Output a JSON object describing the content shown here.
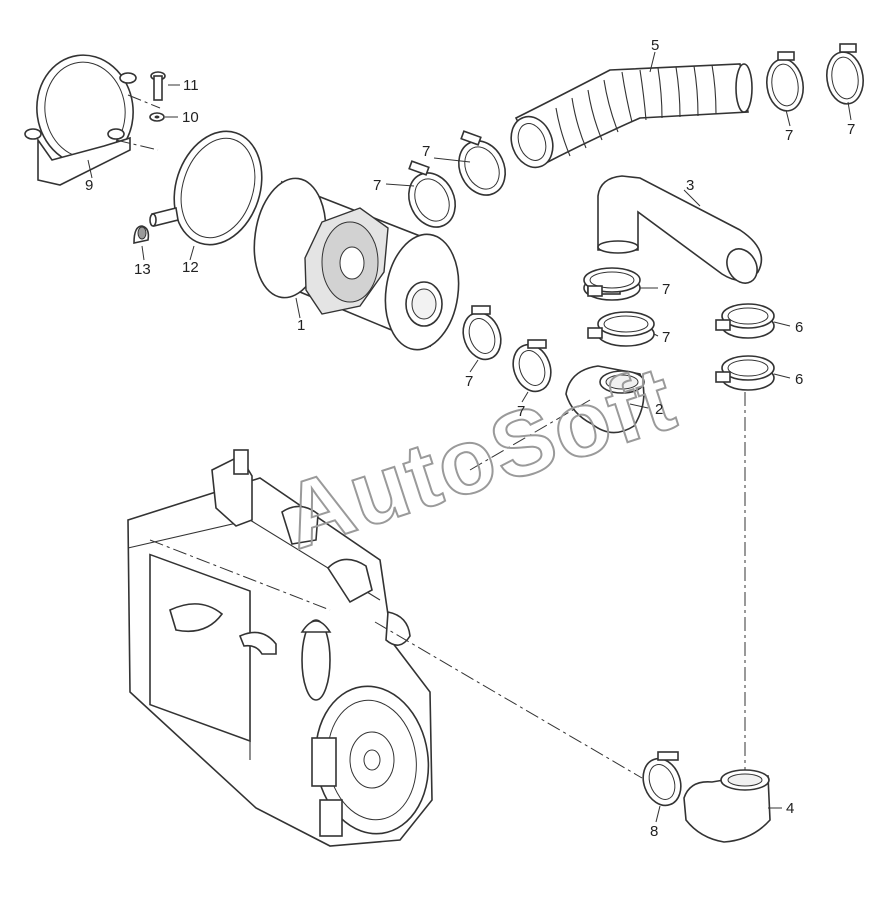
{
  "callouts": [
    {
      "id": "1",
      "label": "1"
    },
    {
      "id": "2",
      "label": "2"
    },
    {
      "id": "3",
      "label": "3"
    },
    {
      "id": "4",
      "label": "4"
    },
    {
      "id": "5",
      "label": "5"
    },
    {
      "id": "6a",
      "label": "6"
    },
    {
      "id": "6b",
      "label": "6"
    },
    {
      "id": "7a",
      "label": "7"
    },
    {
      "id": "7b",
      "label": "7"
    },
    {
      "id": "7c",
      "label": "7"
    },
    {
      "id": "7d",
      "label": "7"
    },
    {
      "id": "7e",
      "label": "7"
    },
    {
      "id": "7f",
      "label": "7"
    },
    {
      "id": "7g",
      "label": "7"
    },
    {
      "id": "7h",
      "label": "7"
    },
    {
      "id": "8",
      "label": "8"
    },
    {
      "id": "9",
      "label": "9"
    },
    {
      "id": "10",
      "label": "10"
    },
    {
      "id": "11",
      "label": "11"
    },
    {
      "id": "12",
      "label": "12"
    },
    {
      "id": "13",
      "label": "13"
    }
  ],
  "watermark": {
    "text": "AutoSoft"
  }
}
